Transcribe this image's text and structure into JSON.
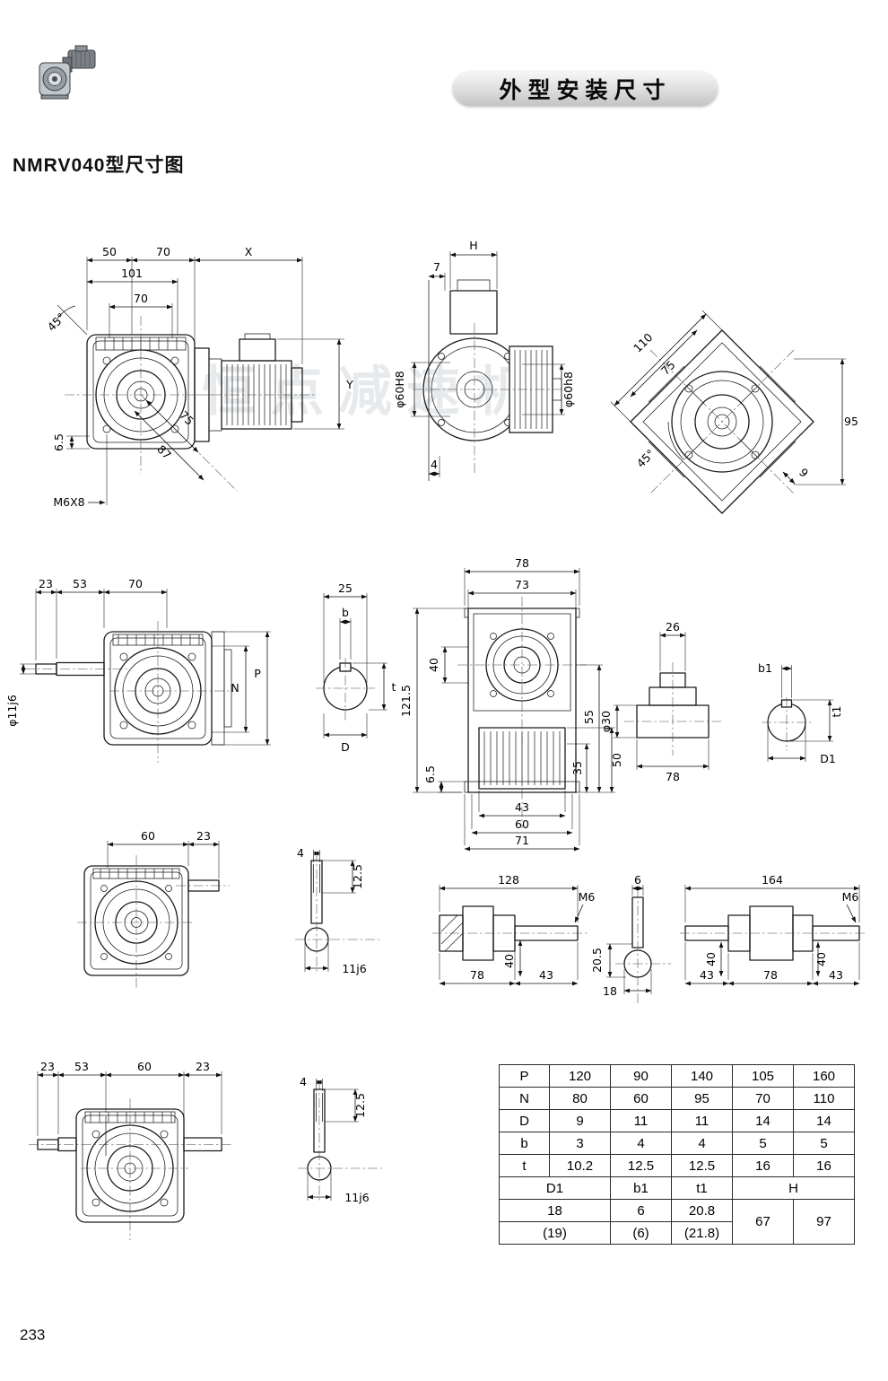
{
  "header": {
    "banner_title": "外型安装尺寸"
  },
  "page": {
    "title": "NMRV040型尺寸图",
    "number": "233",
    "watermark": "恒点减速机"
  },
  "d1": {
    "w50": "50",
    "w70": "70",
    "wx": "X",
    "w101": "101",
    "wf70": "70",
    "ang": "45°",
    "h65": "6.5",
    "diag75": "75",
    "diag87": "87",
    "tap": "M6X8",
    "hy": "Y"
  },
  "d2": {
    "h": "H",
    "n7": "7",
    "bore": "φ60H8",
    "spigot": "φ60h8",
    "n4": "4"
  },
  "d3": {
    "n110": "110",
    "n75": "75",
    "n95": "95",
    "ang": "45°",
    "n9": "9"
  },
  "d4": {
    "n23": "23",
    "n53": "53",
    "n70": "70",
    "shaft": "φ11j6",
    "n": "N",
    "p": "P"
  },
  "d5": {
    "n25": "25",
    "b": "b",
    "t": "t",
    "d": "D"
  },
  "d6": {
    "n78": "78",
    "n73": "73",
    "n1215": "121.5",
    "n40": "40",
    "n65": "6.5",
    "n55": "55",
    "n35": "35",
    "n50": "50",
    "n43": "43",
    "n60": "60",
    "n71": "71"
  },
  "d7": {
    "n26": "26",
    "bore": "φ30",
    "n78": "78"
  },
  "d8": {
    "b1": "b1",
    "t1": "t1",
    "d1": "D1"
  },
  "d9": {
    "n60": "60",
    "n23": "23"
  },
  "d10": {
    "n4": "4",
    "n125": "12.5",
    "shaft": "11j6"
  },
  "d11": {
    "n128": "128",
    "tap": "M6",
    "n40": "40",
    "n78": "78",
    "n43": "43"
  },
  "d12": {
    "n6": "6",
    "n205": "20.5",
    "n18": "18"
  },
  "d13": {
    "n164": "164",
    "tap": "M6",
    "n40a": "40",
    "n40b": "40",
    "n43a": "43",
    "n78": "78",
    "n43b": "43"
  },
  "d14": {
    "n23a": "23",
    "n53": "53",
    "n60": "60",
    "n23b": "23"
  },
  "d15": {
    "n4": "4",
    "n125": "12.5",
    "shaft": "11j6"
  },
  "table": {
    "rows": [
      {
        "label": "P",
        "v": [
          "120",
          "90",
          "140",
          "105",
          "160"
        ]
      },
      {
        "label": "N",
        "v": [
          "80",
          "60",
          "95",
          "70",
          "110"
        ]
      },
      {
        "label": "D",
        "v": [
          "9",
          "11",
          "11",
          "14",
          "14"
        ]
      },
      {
        "label": "b",
        "v": [
          "3",
          "4",
          "4",
          "5",
          "5"
        ]
      },
      {
        "label": "t",
        "v": [
          "10.2",
          "12.5",
          "12.5",
          "16",
          "16"
        ]
      }
    ],
    "bottom": {
      "h1": "D1",
      "h2": "b1",
      "h3": "t1",
      "h4": "H",
      "v1": "18",
      "v2": "6",
      "v3": "20.8",
      "v4": "67",
      "v5": "97",
      "p1": "(19)",
      "p2": "(6)",
      "p3": "(21.8)"
    }
  }
}
